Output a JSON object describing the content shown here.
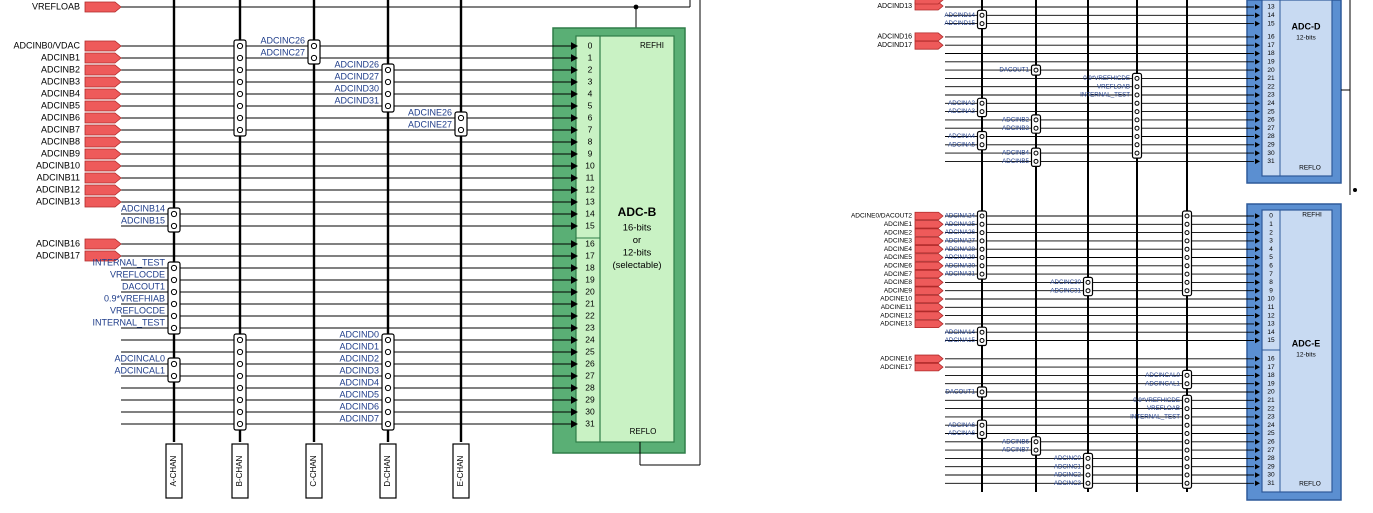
{
  "colors": {
    "pin_fill": "#ee5a5a",
    "pin_stroke": "#b02a2a",
    "label_blue": "#1f3d8a",
    "adc_b_outer": "#5aaf75",
    "adc_b_inner": "#c9f2c4",
    "adc_blue_outer": "#5b8fd1",
    "adc_blue_inner": "#c8daf2",
    "wire": "#000000"
  },
  "left": {
    "vrefloab_label": "VREFLOAB",
    "pins_b": [
      "ADCINB0/VDAC",
      "ADCINB1",
      "ADCINB2",
      "ADCINB3",
      "ADCINB4",
      "ADCINB5",
      "ADCINB6",
      "ADCINB7",
      "ADCINB8",
      "ADCINB9",
      "ADCINB10",
      "ADCINB11",
      "ADCINB12",
      "ADCINB13"
    ],
    "pins_b_hi": [
      "ADCINB16",
      "ADCINB17"
    ],
    "a_mux_b14": [
      "ADCINB14",
      "ADCINB15"
    ],
    "a_mux_internal": [
      "INTERNAL_TEST",
      "VREFLOCDE",
      "DACOUT1",
      "0.9*VREFHIAB",
      "VREFLOCDE",
      "INTERNAL_TEST"
    ],
    "a_mux_cal": [
      "ADCINCAL0",
      "ADCINCAL1"
    ],
    "c_mux": [
      "ADCINC26",
      "ADCINC27"
    ],
    "d_mux_top": [
      "ADCIND26",
      "ADCIND27",
      "ADCIND30",
      "ADCIND31"
    ],
    "e_mux": [
      "ADCINE26",
      "ADCINE27"
    ],
    "d_mux_bottom": [
      "ADCIND0",
      "ADCIND1",
      "ADCIND2",
      "ADCIND3",
      "ADCIND4",
      "ADCIND5",
      "ADCIND6",
      "ADCIND7"
    ],
    "chan_labels": [
      "A-CHAN",
      "B-CHAN",
      "C-CHAN",
      "D-CHAN",
      "E-CHAN"
    ],
    "adc": {
      "title": "ADC-B",
      "lines": [
        "16-bits",
        "or",
        "12-bits",
        "(selectable)"
      ],
      "refhi": "REFHI",
      "reflo": "REFLO",
      "inputs": [
        "0",
        "1",
        "2",
        "3",
        "4",
        "5",
        "6",
        "7",
        "8",
        "9",
        "10",
        "11",
        "12",
        "13",
        "14",
        "15",
        "16",
        "17",
        "18",
        "19",
        "20",
        "21",
        "22",
        "23",
        "24",
        "25",
        "26",
        "27",
        "28",
        "29",
        "30",
        "31"
      ]
    }
  },
  "right": {
    "top_pins": [
      "ADCIND13"
    ],
    "d_mux_a": [
      "ADCIND14",
      "ADCIND15"
    ],
    "d_pins_hi": [
      "ADCIND16",
      "ADCIND17"
    ],
    "d_dacout": "DACOUT1",
    "d_internal": [
      "0.9*VREFHICDE",
      "VREFLOAB",
      "INTERNAL_TEST"
    ],
    "d_mux_a2": [
      "ADCINA2",
      "ADCINA3"
    ],
    "d_mux_b2": [
      "ADCINB2",
      "ADCINB3"
    ],
    "d_mux_a4": [
      "ADCINA4",
      "ADCINA5"
    ],
    "d_mux_b4": [
      "ADCINB4",
      "ADCINB5"
    ],
    "adc_d": {
      "title": "ADC-D",
      "subtitle": "12-bits",
      "reflo": "REFLO",
      "inputs": [
        "13",
        "14",
        "15",
        "16",
        "17",
        "18",
        "19",
        "20",
        "21",
        "22",
        "23",
        "24",
        "25",
        "26",
        "27",
        "28",
        "29",
        "30",
        "31"
      ]
    },
    "e_pins": [
      "ADCINE0/DACOUT2",
      "ADCINE1",
      "ADCINE2",
      "ADCINE3",
      "ADCINE4",
      "ADCINE5",
      "ADCINE6",
      "ADCINE7",
      "ADCINE8",
      "ADCINE9",
      "ADCINE10",
      "ADCINE11",
      "ADCINE12",
      "ADCINE13"
    ],
    "e_mux_a": [
      "ADCINA24",
      "ADCINA25",
      "ADCINA26",
      "ADCINA27",
      "ADCINA28",
      "ADCINA29",
      "ADCINA30",
      "ADCINA31"
    ],
    "e_mux_c30": [
      "ADCINC30",
      "ADCINC31"
    ],
    "e_mux_a14": [
      "ADCINA14",
      "ADCINA15"
    ],
    "e_pins_hi": [
      "ADCINE16",
      "ADCINE17"
    ],
    "e_cal": [
      "ADCINCAL0",
      "ADCINCAL1"
    ],
    "e_dacout": "DACOUT1",
    "e_internal": [
      "0.9*VREFHICDE",
      "VREFLOAB",
      "INTERNAL_TEST"
    ],
    "e_mux_a6": [
      "ADCINA6",
      "ADCINA6"
    ],
    "e_mux_b6": [
      "ADCINB6",
      "ADCINB7"
    ],
    "e_mux_c": [
      "ADCINC0",
      "ADCINC1",
      "ADCINC2",
      "ADCINC3"
    ],
    "adc_e": {
      "title": "ADC-E",
      "subtitle": "12-bits",
      "refhi": "REFHI",
      "reflo": "REFLO",
      "inputs": [
        "0",
        "1",
        "2",
        "3",
        "4",
        "5",
        "6",
        "7",
        "8",
        "9",
        "10",
        "11",
        "12",
        "13",
        "14",
        "15",
        "16",
        "17",
        "18",
        "19",
        "20",
        "21",
        "22",
        "23",
        "24",
        "25",
        "26",
        "27",
        "28",
        "29",
        "30",
        "31"
      ]
    }
  }
}
